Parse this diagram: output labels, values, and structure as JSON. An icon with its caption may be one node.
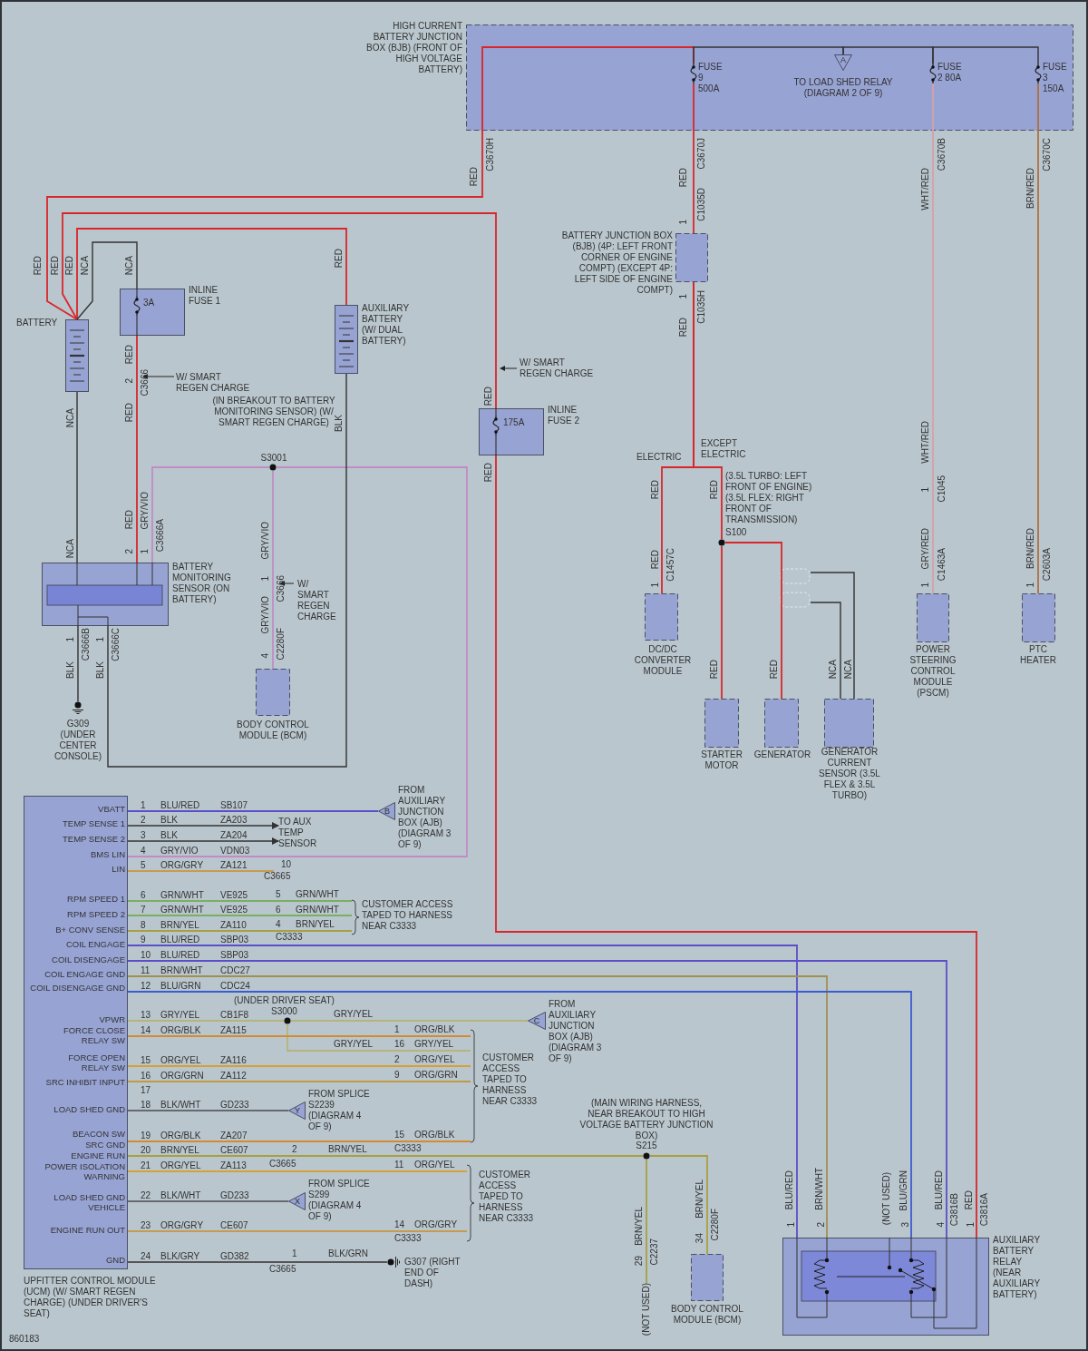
{
  "diagram": {
    "nodes": [
      {
        "text": [
          "HIGH CURRENT BATTERY JUNCTION BOX (BJB) (FRONT OF HIGH VOLTAGE BATTERY)"
        ]
      },
      {
        "text": [
          "FUSE 9 500A"
        ],
        "in": 0
      },
      {
        "text": [
          "A",
          "TO LOAD SHED RELAY (DIAGRAM 2 OF 9)"
        ],
        "in": 0
      },
      {
        "text": [
          "FUSE 2 80A"
        ],
        "in": 0
      },
      {
        "text": [
          "FUSE 3 150A"
        ],
        "in": 0
      },
      {
        "text": [
          "BATTERY"
        ]
      },
      {
        "text": [
          "3A",
          "INLINE FUSE 1"
        ]
      },
      {
        "text": [
          "AUXILIARY BATTERY (W/ DUAL BATTERY)"
        ]
      },
      {
        "text": [
          "175A",
          "INLINE FUSE 2"
        ]
      },
      {
        "text": [
          "BATTERY JUNCTION BOX (BJB) (4P: LEFT FRONT CORNER OF ENGINE COMPT) (EXCEPT 4P: LEFT SIDE OF ENGINE COMPT)"
        ]
      },
      {
        "text": [
          "BATTERY MONITORING SENSOR (ON BATTERY)"
        ]
      },
      {
        "text": [
          "(IN BREAKOUT TO BATTERY MONITORING SENSOR) (W/ SMART REGEN CHARGE)",
          "S3001"
        ]
      },
      {
        "text": [
          "G309 (UNDER CENTER CONSOLE)"
        ]
      },
      {
        "text": [
          "BODY CONTROL MODULE (BCM)"
        ]
      },
      {
        "text": [
          "DC/DC CONVERTER MODULE"
        ]
      },
      {
        "text": [
          "(3.5L TURBO: LEFT FRONT OF ENGINE) (3.5L FLEX: RIGHT FRONT OF TRANSMISSION)",
          "S100"
        ]
      },
      {
        "text": [
          "STARTER MOTOR"
        ]
      },
      {
        "text": [
          "GENERATOR"
        ]
      },
      {
        "text": [
          "GENERATOR CURRENT SENSOR (3.5L FLEX & 3.5L TURBO)"
        ]
      },
      {
        "text": [
          "POWER STEERING CONTROL MODULE (PSCM)"
        ]
      },
      {
        "text": [
          "PTC HEATER"
        ]
      },
      {
        "text": [
          "VBATT",
          "TEMP SENSE 1",
          "TEMP SENSE 2",
          "BMS LIN",
          "LIN",
          "RPM SPEED 1",
          "RPM SPEED 2",
          "B+ CONV SENSE",
          "COIL ENGAGE",
          "COIL DISENGAGE",
          "COIL ENGAGE GND",
          "COIL DISENGAGE GND",
          "VPWR",
          "FORCE CLOSE RELAY SW",
          "FORCE OPEN RELAY SW",
          "SRC INHIBIT INPUT",
          "LOAD SHED GND",
          "BEACON SW",
          "SRC GND",
          "ENGINE RUN",
          "POWER ISOLATION WARNING",
          "LOAD SHED GND VEHICLE",
          "ENGINE RUN OUT",
          "GND",
          "UPFITTER CONTROL MODULE (UCM) (W/ SMART REGEN CHARGE) (UNDER DRIVER'S SEAT)"
        ]
      },
      {
        "text": [
          "B",
          "FROM AUXILIARY JUNCTION BOX (AJB) (DIAGRAM 3 OF 9)"
        ]
      },
      {
        "text": [
          "TO AUX TEMP SENSOR"
        ]
      },
      {
        "text": [
          "(UNDER DRIVER SEAT)",
          "S3000"
        ]
      },
      {
        "text": [
          "C",
          "FROM AUXILIARY JUNCTION BOX (AJB) (DIAGRAM 3 OF 9)"
        ]
      },
      {
        "text": [
          "Y",
          "FROM SPLICE S2239 (DIAGRAM 4 OF 9)"
        ]
      },
      {
        "text": [
          "X",
          "FROM SPLICE S299 (DIAGRAM 4 OF 9)"
        ]
      },
      {
        "text": [
          "G307 (RIGHT END OF DASH)"
        ]
      },
      {
        "text": [
          "(MAIN WIRING HARNESS, NEAR BREAKOUT TO HIGH VOLTAGE BATTERY JUNCTION BOX)",
          "S215"
        ]
      },
      {
        "text": [
          "BODY CONTROL MODULE (BCM)"
        ]
      },
      {
        "text": [
          "AUXILIARY BATTERY RELAY (NEAR AUXILIARY BATTERY)"
        ]
      },
      {
        "text": [
          "CUSTOMER ACCESS TAPED TO HARNESS NEAR C3333"
        ]
      },
      {
        "text": [
          "CUSTOMER ACCESS TAPED TO HARNESS NEAR C3333"
        ]
      },
      {
        "text": [
          "CUSTOMER ACCESS TAPED TO HARNESS NEAR C3333"
        ]
      },
      {
        "text": [],
        "shape": "box"
      },
      {
        "text": [
          "(NOT USED)"
        ]
      },
      {
        "text": [
          "C3665"
        ]
      }
    ],
    "edges": [
      {
        "from": 5,
        "to": 1,
        "arrow": "none",
        "color": "#d9262b"
      },
      {
        "from": 1,
        "to": 2,
        "arrow": "none"
      },
      {
        "from": 2,
        "to": 3,
        "arrow": "none"
      },
      {
        "from": 3,
        "to": 4,
        "arrow": "none"
      },
      {
        "from": 5,
        "to": 8,
        "arrow": "none",
        "color": "#d9262b"
      },
      {
        "from": 5,
        "to": 7,
        "arrow": "none",
        "color": "#d9262b"
      },
      {
        "from": 5,
        "to": 6,
        "arrow": "none"
      },
      {
        "from": 5,
        "to": 10,
        "arrow": "none"
      },
      {
        "from": 6,
        "to": 10,
        "arrow": "none",
        "color": "#d9262b"
      },
      {
        "from": 10,
        "to": 11,
        "arrow": "none",
        "color": "#c08cc8"
      },
      {
        "from": 11,
        "to": 13,
        "arrow": "none",
        "color": "#c08cc8"
      },
      {
        "from": 11,
        "to": 21,
        "arrow": "none",
        "color": "#c08cc8"
      },
      {
        "from": 10,
        "to": 12,
        "arrow": "none"
      },
      {
        "from": 10,
        "to": 7,
        "arrow": "none"
      },
      {
        "from": 1,
        "to": 9,
        "arrow": "none",
        "color": "#d9262b"
      },
      {
        "from": 9,
        "to": 14,
        "arrow": "none",
        "color": "#d9262b"
      },
      {
        "from": 9,
        "to": 15,
        "arrow": "none",
        "color": "#d9262b"
      },
      {
        "from": 15,
        "to": 16,
        "arrow": "none",
        "color": "#d9262b"
      },
      {
        "from": 15,
        "to": 17,
        "arrow": "none",
        "color": "#d9262b"
      },
      {
        "from": 18,
        "to": 35,
        "arrow": "none"
      },
      {
        "from": 18,
        "to": 35,
        "arrow": "none"
      },
      {
        "from": 3,
        "to": 19,
        "arrow": "none",
        "color": "#d8a0a8"
      },
      {
        "from": 4,
        "to": 20,
        "arrow": "none",
        "color": "#b07040"
      },
      {
        "from": 8,
        "to": 31,
        "arrow": "none",
        "color": "#d9262b"
      },
      {
        "from": 21,
        "to": 22,
        "arrow": "none",
        "color": "#5b4ec8"
      },
      {
        "from": 21,
        "to": 23,
        "arrow": "to"
      },
      {
        "from": 21,
        "to": 23,
        "arrow": "to"
      },
      {
        "from": 21,
        "to": 37,
        "arrow": "none",
        "color": "#c89a50"
      },
      {
        "from": 21,
        "to": 32,
        "arrow": "none",
        "color": "#78b060"
      },
      {
        "from": 21,
        "to": 32,
        "arrow": "none",
        "color": "#78b060"
      },
      {
        "from": 21,
        "to": 32,
        "arrow": "none",
        "color": "#a8a040"
      },
      {
        "from": 21,
        "to": 31,
        "arrow": "none",
        "color": "#5b4ec8"
      },
      {
        "from": 21,
        "to": 31,
        "arrow": "none",
        "color": "#5b4ec8"
      },
      {
        "from": 21,
        "to": 31,
        "arrow": "none",
        "color": "#a09050"
      },
      {
        "from": 21,
        "to": 31,
        "arrow": "none",
        "color": "#3b5bd0"
      },
      {
        "from": 21,
        "to": 24,
        "arrow": "none",
        "color": "#b8b478"
      },
      {
        "from": 24,
        "to": 25,
        "arrow": "none",
        "color": "#b8b478"
      },
      {
        "from": 24,
        "to": 33,
        "arrow": "none",
        "color": "#b8b478"
      },
      {
        "from": 21,
        "to": 33,
        "arrow": "none",
        "color": "#d68a30"
      },
      {
        "from": 21,
        "to": 33,
        "arrow": "none",
        "color": "#d8a030"
      },
      {
        "from": 21,
        "to": 33,
        "arrow": "none",
        "color": "#c09a40"
      },
      {
        "from": 21,
        "to": 26,
        "arrow": "none",
        "color": "#666a70"
      },
      {
        "from": 21,
        "to": 33,
        "arrow": "none",
        "color": "#d68a30"
      },
      {
        "from": 21,
        "to": 29,
        "arrow": "none",
        "color": "#a8a040"
      },
      {
        "from": 29,
        "to": 36,
        "arrow": "none",
        "color": "#a8a040"
      },
      {
        "from": 29,
        "to": 30,
        "arrow": "none",
        "color": "#a8a040"
      },
      {
        "from": 21,
        "to": 34,
        "arrow": "none",
        "color": "#d8a030"
      },
      {
        "from": 21,
        "to": 27,
        "arrow": "none",
        "color": "#666a70"
      },
      {
        "from": 21,
        "to": 34,
        "arrow": "none",
        "color": "#c89a50"
      },
      {
        "from": 21,
        "to": 28,
        "arrow": "none",
        "color": "#555555"
      }
    ],
    "labels": [
      "RED",
      "C3670H",
      "RED",
      "C3670J",
      "WHT/RED",
      "C3670B",
      "BRN/RED",
      "C3670C",
      "1",
      "C1035D",
      "RED",
      "RED",
      "RED",
      "NCA",
      "NCA",
      "RED",
      "1",
      "RED",
      "C1035H",
      "RED",
      "2",
      "C3666",
      "W/ SMART REGEN CHARGE",
      "W/ SMART REGEN CHARGE",
      "NCA",
      "RED",
      "BLK",
      "RED",
      "WHT/RED",
      "RED",
      "ELECTRIC",
      "EXCEPT ELECTRIC",
      "RED",
      "RED",
      "1",
      "C1045",
      "NCA",
      "RED",
      "2",
      "GRY/VIO",
      "1",
      "C3666A",
      "GRY/VIO",
      "RED",
      "1",
      "C1457C",
      "GRY/RED",
      "1",
      "C1463A",
      "BRN/RED",
      "1",
      "C2603A",
      "1",
      "GRY/VIO",
      "C3666",
      "W/ SMART REGEN CHARGE",
      "1",
      "BLK",
      "C3666B",
      "1",
      "BLK",
      "C3666C",
      "4",
      "C2280F",
      "RED",
      "RED",
      "NCA",
      "NCA",
      "1",
      "BLU/RED",
      "SB107",
      "2",
      "BLK",
      "ZA203",
      "3",
      "BLK",
      "ZA204",
      "4",
      "GRY/VIO",
      "VDN03",
      "5",
      "ORG/GRY",
      "ZA121",
      "6",
      "GRN/WHT",
      "VE925",
      "7",
      "GRN/WHT",
      "VE925",
      "8",
      "BRN/YEL",
      "ZA110",
      "9",
      "BLU/RED",
      "SBP03",
      "10",
      "BLU/RED",
      "SBP03",
      "11",
      "BRN/WHT",
      "CDC27",
      "12",
      "BLU/GRN",
      "CDC24",
      "13",
      "GRY/YEL",
      "CB1F8",
      "14",
      "ORG/BLK",
      "ZA115",
      "15",
      "ORG/YEL",
      "ZA116",
      "16",
      "ORG/GRN",
      "ZA112",
      "17",
      "18",
      "BLK/WHT",
      "GD233",
      "19",
      "ORG/BLK",
      "ZA207",
      "20",
      "BRN/YEL",
      "CE607",
      "21",
      "ORG/YEL",
      "ZA113",
      "22",
      "BLK/WHT",
      "GD233",
      "23",
      "ORG/GRY",
      "CE607",
      "24",
      "BLK/GRY",
      "GD382",
      "10",
      "5",
      "GRN/WHT",
      "6",
      "GRN/WHT",
      "4",
      "BRN/YEL",
      "C3333",
      "GRY/YEL",
      "1",
      "ORG/BLK",
      "GRY/YEL",
      "16",
      "GRY/YEL",
      "2",
      "ORG/YEL",
      "9",
      "ORG/GRN",
      "15",
      "ORG/BLK",
      "2",
      "BRN/YEL",
      "C3333",
      "C3665",
      "11",
      "ORG/YEL",
      "14",
      "ORG/GRY",
      "C3333",
      "1",
      "BLK/GRN",
      "C3665",
      "BRN/YEL",
      "29",
      "C2237",
      "BRN/YEL",
      "34",
      "C2280F",
      "BLU/RED",
      "1",
      "BRN/WHT",
      "2",
      "(NOT USED)",
      "BLU/GRN",
      "3",
      "BLU/RED",
      "4",
      "C3816B",
      "RED",
      "1",
      "C3816A",
      "860183"
    ]
  }
}
